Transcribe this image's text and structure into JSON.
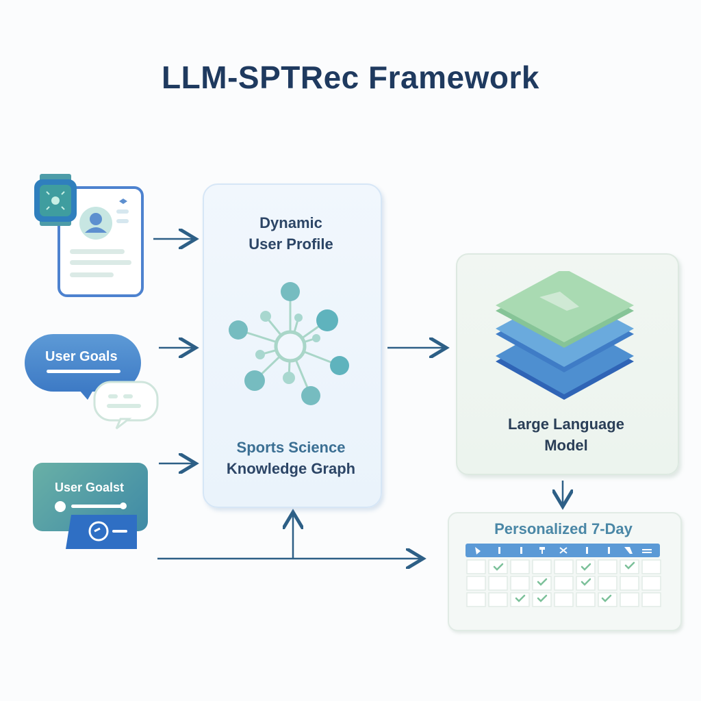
{
  "title": "LLM-SPTRec Framework",
  "inputs": {
    "bubble_label": "User Goals",
    "card_label": "User Goalst"
  },
  "center_box": {
    "top_line1": "Dynamic",
    "top_line2": "User Profile",
    "bottom_line1": "Sports Science",
    "bottom_line2": "Knowledge Graph"
  },
  "llm_box": {
    "line1": "Large Language",
    "line2": "Model"
  },
  "plan_box": {
    "title": "Personalized 7-Day"
  },
  "colors": {
    "title": "#1f3a5f",
    "arrow": "#2d5f86",
    "node": "#76bcc0",
    "llm_green": "#9fd3a8",
    "llm_blue": "#4e8fd0"
  }
}
